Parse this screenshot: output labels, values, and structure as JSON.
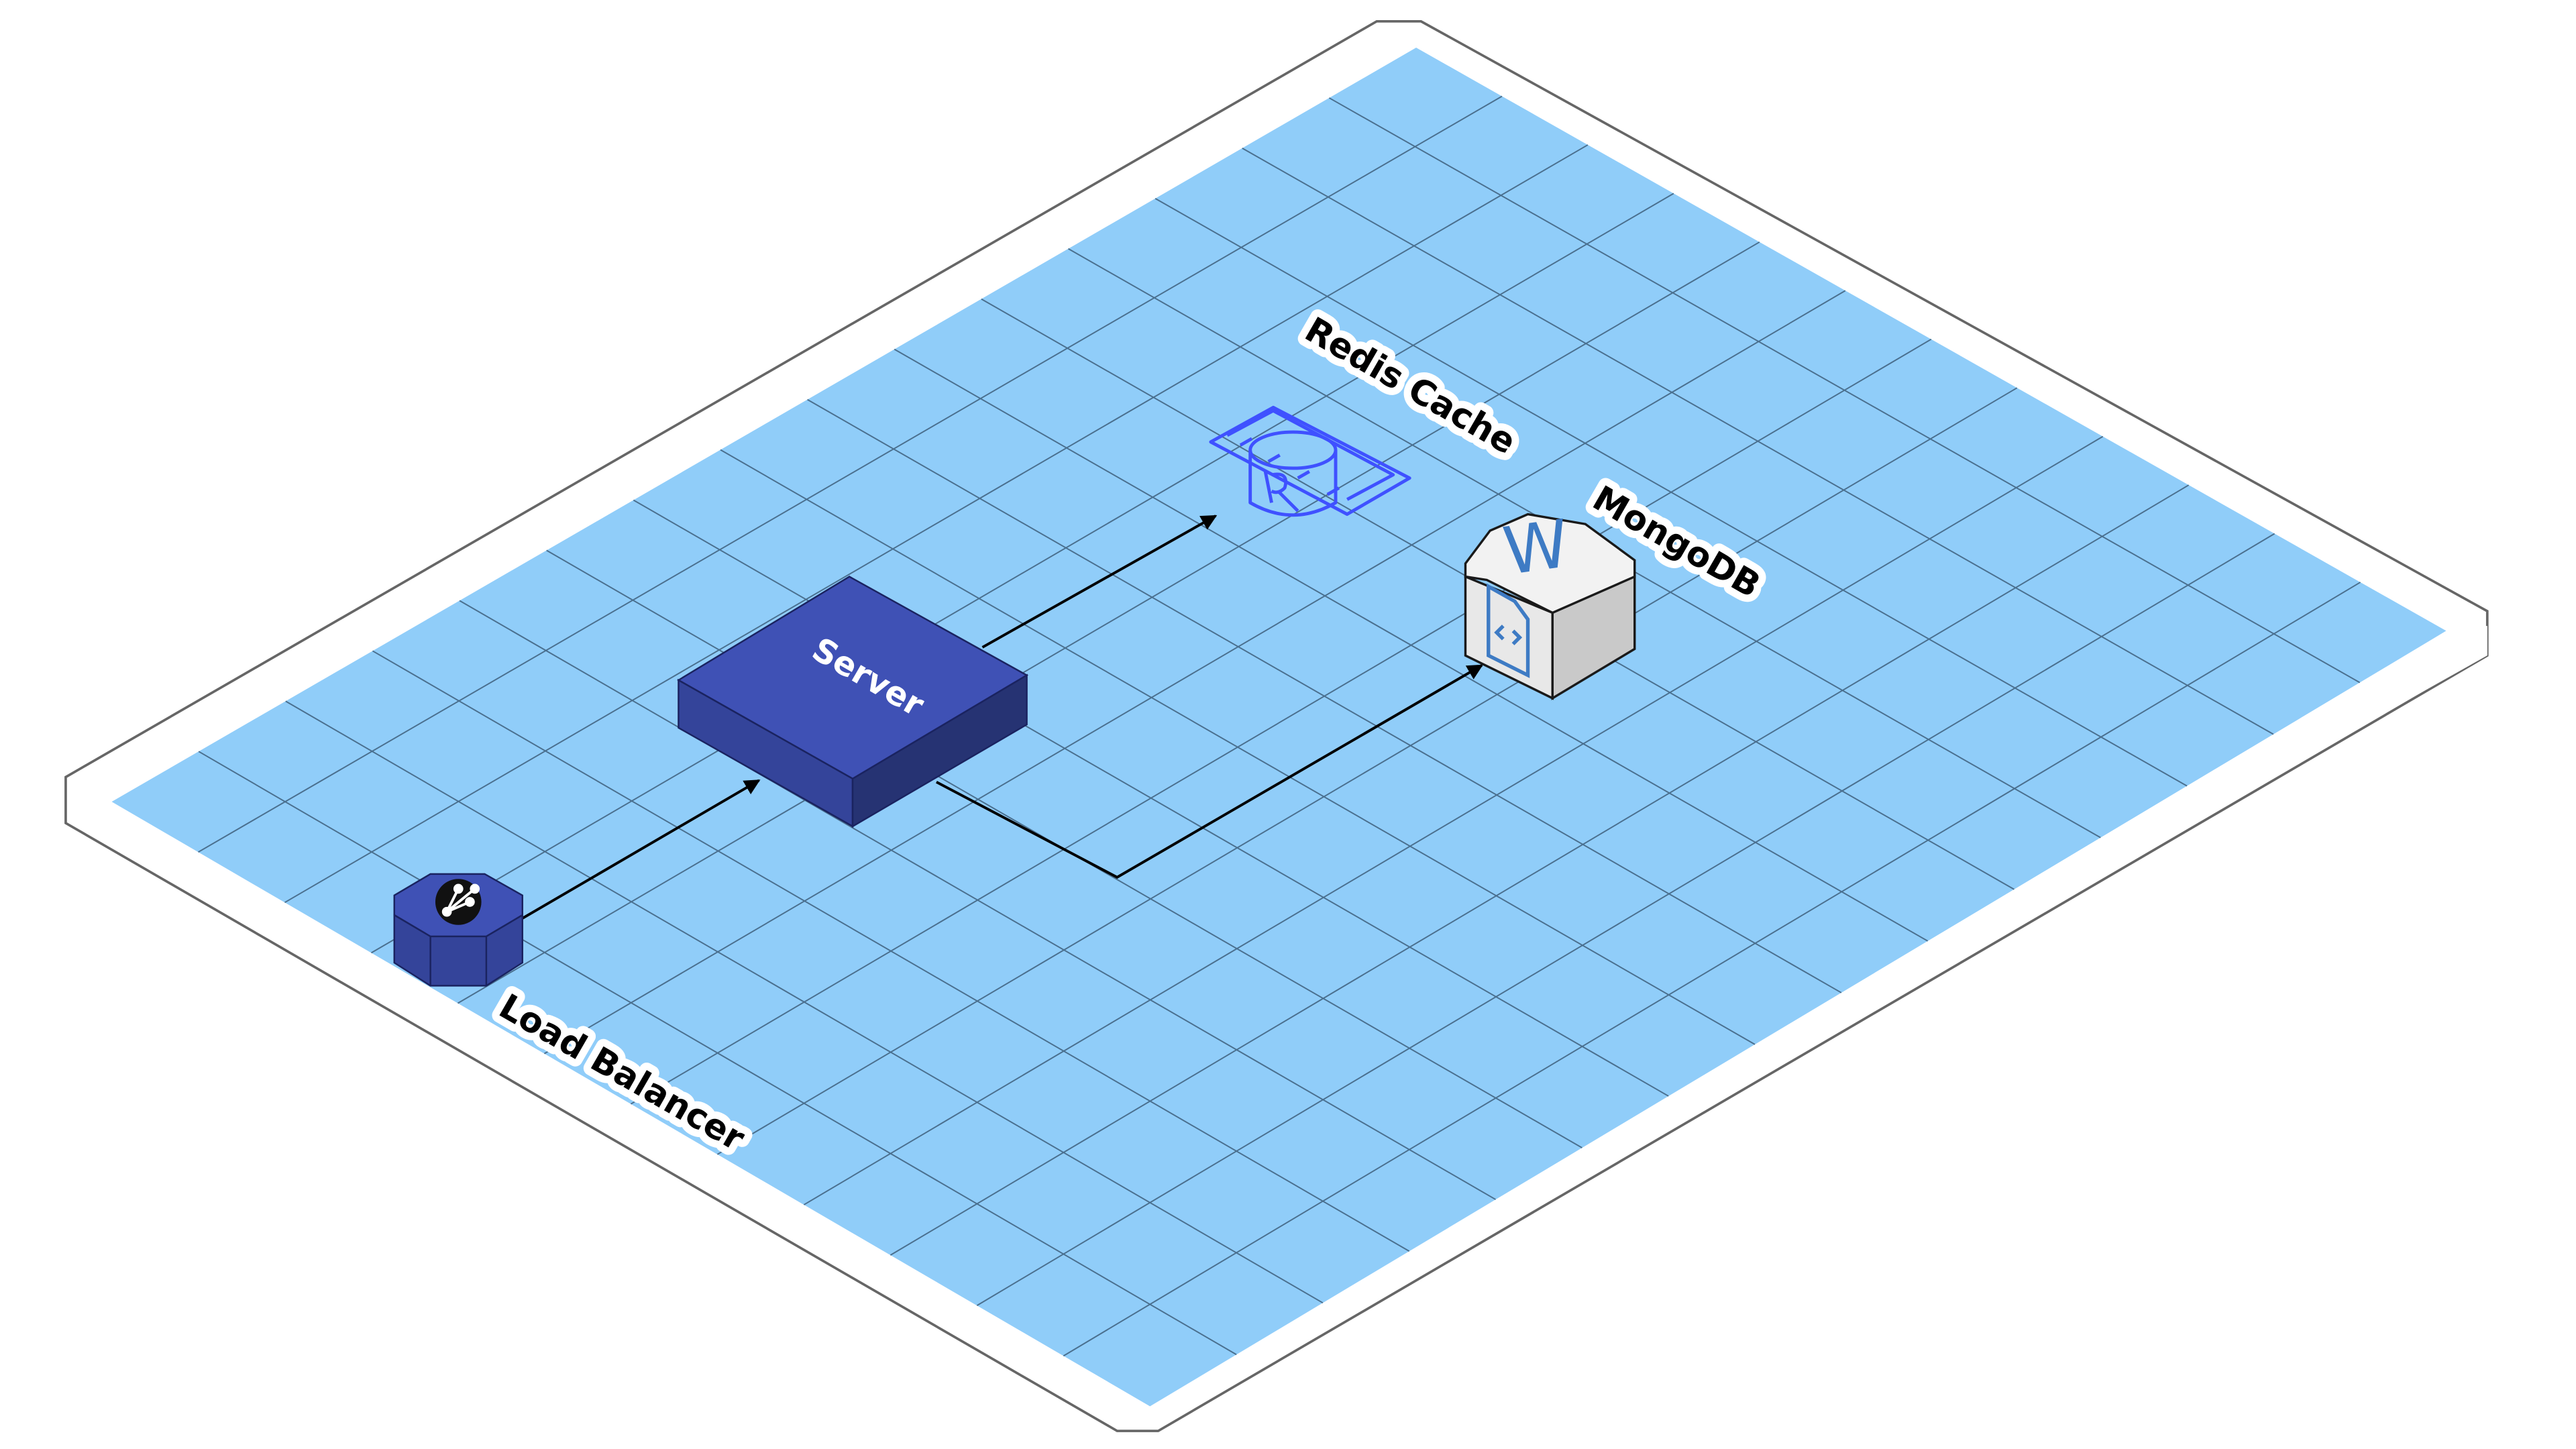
{
  "nodes": {
    "load_balancer": {
      "label": "Load Balancer",
      "color": "#3f51b5"
    },
    "server": {
      "label": "Server",
      "color": "#3f51b5"
    },
    "redis_cache": {
      "label": "Redis Cache",
      "color": "#3f51ff"
    },
    "mongodb": {
      "label": "MongoDB",
      "color": "#dcdcdc"
    }
  },
  "edges": [
    {
      "from": "load_balancer",
      "to": "server"
    },
    {
      "from": "server",
      "to": "redis_cache"
    },
    {
      "from": "server",
      "to": "mongodb"
    }
  ],
  "style": {
    "grid_fill": "#90cdf9",
    "grid_line": "#3e5f7c",
    "frame_stroke": "#666666",
    "arrow_color": "#000000"
  }
}
